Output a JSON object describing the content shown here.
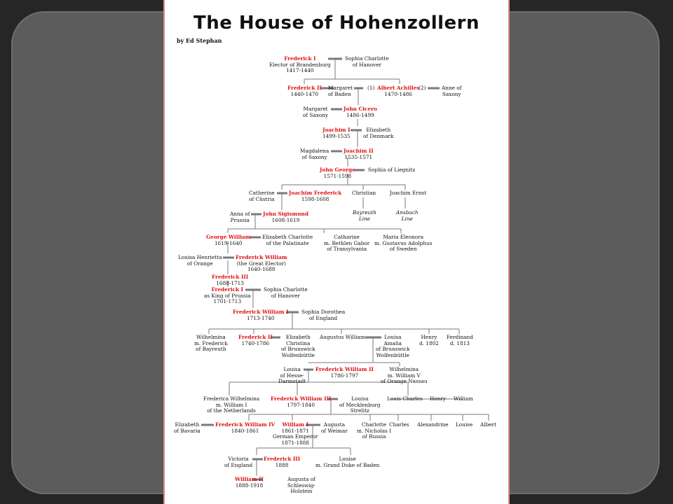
{
  "title": "The House of Hohenzollern",
  "byline": "by Ed Stephan",
  "people": {
    "frederick_i_name": "Frederick I",
    "frederick_i_l2": "Elector of Brandenburg",
    "frederick_i_l3": "1417-1440",
    "sophia_charlotte_1_l1": "Sophia Charlotte",
    "sophia_charlotte_1_l2": "of Hanover",
    "frederick_ii_name": "Frederick II",
    "frederick_ii_l2": "1440-1470",
    "margaret_baden_l1": "Margaret",
    "margaret_baden_l2": "of Baden",
    "marriage_1": "(1)",
    "albert_achilles_name": "Albert Achilles",
    "albert_achilles_l2": "1470-1486",
    "marriage_2": "(2)",
    "anne_saxony_l1": "Anne of",
    "anne_saxony_l2": "Saxony",
    "margaret_saxony_l1": "Margaret",
    "margaret_saxony_l2": "of Saxony",
    "john_cicero_name": "John Cicero",
    "john_cicero_l2": "1486-1499",
    "joachim_i_name": "Joachim I",
    "joachim_i_l2": "1499-1535",
    "elizabeth_denmark_l1": "Elizabeth",
    "elizabeth_denmark_l2": "of Denmark",
    "magdalena_l1": "Magdalena",
    "magdalena_l2": "of Saxony",
    "joachim_ii_name": "Joachim II",
    "joachim_ii_l2": "1535-1571",
    "john_george_name": "John George",
    "john_george_l2": "1571-1598",
    "sophia_liegnitz": "Sophia of Liegnitz",
    "catherine_custria_l1": "Catherine",
    "catherine_custria_l2": "of Cüstria",
    "joachim_frederick_name": "Joachim Frederick",
    "joachim_frederick_l2": "1598-1608",
    "christian": "Christian",
    "joachim_ernst": "Joachim Ernst",
    "bayreuth_line_l1": "Bayreuth",
    "bayreuth_line_l2": "Line",
    "ansbach_line_l1": "Ansbach",
    "ansbach_line_l2": "Line",
    "anna_prussia_l1": "Anna of",
    "anna_prussia_l2": "Prussia",
    "john_sigismund_name": "John Sigismund",
    "john_sigismund_l2": "1608-1619",
    "george_william_name": "George William",
    "george_william_l2": "1619-1640",
    "elizabeth_charlotte_l1": "Elizabeth Charlotte",
    "elizabeth_charlotte_l2": "of the Palatinate",
    "catharine_l1": "Catharine",
    "catharine_l2": "m. Bethlen Gabor",
    "catharine_l3": "of Transylvania",
    "maria_eleonora_l1": "Maria Eleonora",
    "maria_eleonora_l2": "m. Gustavus Adolphus",
    "maria_eleonora_l3": "of Sweden",
    "louisa_henrietta_l1": "Louisa Henrietta",
    "louisa_henrietta_l2": "of Orange",
    "frederick_william_name": "Frederick William",
    "frederick_william_l2": "(the Great Elector)",
    "frederick_william_l3": "1640-1688",
    "frederick_iii_name": "Frederick III",
    "frederick_iii_l2": "1688-1713",
    "frederick_i_king_name": "Frederick I",
    "frederick_i_king_l2": "as King of Prussia",
    "frederick_i_king_l3": "1701-1713",
    "sophia_charlotte_2_l1": "Sophia Charlotte",
    "sophia_charlotte_2_l2": "of Hanover",
    "fw_i_name": "Frederick William I",
    "fw_i_l2": "1713-1740",
    "sophia_dorothea_l1": "Sophia Dorothea",
    "sophia_dorothea_l2": "of England",
    "wilhelmina_l1": "Wilhelmina",
    "wilhelmina_l2": "m. Frederick",
    "wilhelmina_l3": "of Bayreuth",
    "frederick_ii_great_name": "Frederick II",
    "frederick_ii_great_l2": "1740-1786",
    "elizabeth_christina_l1": "Elizabeth",
    "elizabeth_christina_l2": "Christina",
    "elizabeth_christina_l3": "of Brunswick",
    "elizabeth_christina_l4": "Wolfenbüttle",
    "augustus_william": "Augustus William",
    "louisa_amalia_l1": "Louisa",
    "louisa_amalia_l2": "Amalia",
    "louisa_amalia_l3": "of Brunswick",
    "louisa_amalia_l4": "Wolfenbüttle",
    "henry_1_l1": "Henry",
    "henry_1_l2": "d. 1802",
    "ferdinand_l1": "Ferdinand",
    "ferdinand_l2": "d. 1813",
    "louisa_hesse_l1": "Louisa",
    "louisa_hesse_l2": "of Hesse-",
    "louisa_hesse_l3": "Darmstadt",
    "fw_ii_name": "Frederick William II",
    "fw_ii_l2": "1786-1797",
    "wilhelmina_2_l1": "Wilhelmina",
    "wilhelmina_2_l2": "m. William V",
    "wilhelmina_2_l3": "of Orange Nassau",
    "frederica_l1": "Frederica Wilhelmina",
    "frederica_l2": "m. William I",
    "frederica_l3": "of the Netherlands",
    "fw_iii_name": "Frederick William III",
    "fw_iii_l2": "1797-1840",
    "louisa_meck_l1": "Louisa",
    "louisa_meck_l2": "of Mecklenburg",
    "louisa_meck_l3": "Strelitz",
    "louis_charles": "Louis Charles",
    "henry_2": "Henry",
    "william_1": "William",
    "elizabeth_bavaria_l1": "Elizabeth",
    "elizabeth_bavaria_l2": "of Bavaria",
    "fw_iv_name": "Frederick William IV",
    "fw_iv_l2": "1840-1861",
    "william_i_name": "William I",
    "william_i_l2": "1861-1871",
    "william_i_l3": "German Emperor",
    "william_i_l4": "1871-1888",
    "augusta_weimar_l1": "Augusta",
    "augusta_weimar_l2": "of Weimar",
    "charlotte_l1": "Charlotte",
    "charlotte_l2": "m. Nicholas I",
    "charlotte_l3": "of Russia",
    "charles": "Charles",
    "alexandrine": "Alexandrine",
    "louise_1": "Louise",
    "albert": "Albert",
    "victoria_l1": "Victoria",
    "victoria_l2": "of England",
    "frederick_iii_emp_name": "Frederick III",
    "frederick_iii_emp_l2": "1888",
    "louise_baden_l1": "Louise",
    "louise_baden_l2": "m. Grand Duke of Baden",
    "william_ii_name": "William II",
    "william_ii_l2": "1888-1918",
    "augusta_sh_l1": "Augusta of",
    "augusta_sh_l2": "Schleswig-",
    "augusta_sh_l3": "Holstein"
  }
}
